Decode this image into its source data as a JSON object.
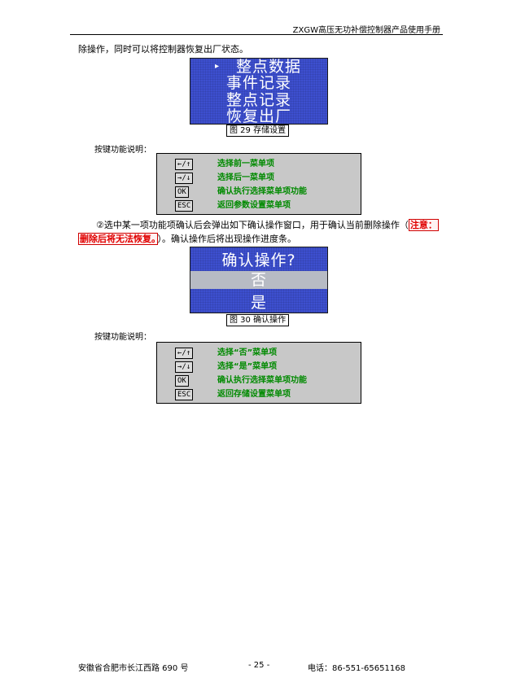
{
  "header": {
    "title": "ZXGW高压无功补偿控制器产品使用手册"
  },
  "paragraphs": {
    "p1": "除操作，同时可以将控制器恢复出厂状态。",
    "p2_before": "②选中某一项功能项确认后会弹出如下确认操作窗口，用于确认当前删除操作（",
    "p2_warn1": "注意：",
    "p3_warn2": "删除后将无法恢复。",
    "p3_after": "）。确认操作后将出现操作进度条。"
  },
  "figure29": {
    "cursor": "▸",
    "lines": [
      "整点数据",
      "事件记录",
      "整点记录",
      "恢复出厂"
    ],
    "caption": "图 29  存储设置"
  },
  "keys_label": "按键功能说明：",
  "keys1": [
    {
      "key": "←/↑",
      "desc": "选择前一菜单项"
    },
    {
      "key": "→/↓",
      "desc": "选择后一菜单项"
    },
    {
      "key": "OK",
      "desc": "确认执行选择菜单项功能"
    },
    {
      "key": "ESC",
      "desc": "返回参数设置菜单项"
    }
  ],
  "figure30": {
    "lines": [
      "确认操作?",
      "否",
      "是"
    ],
    "caption": "图 30  确认操作"
  },
  "keys2": [
    {
      "key": "←/↑",
      "desc": "选择“否”菜单项"
    },
    {
      "key": "→/↓",
      "desc": "选择“是”菜单项"
    },
    {
      "key": "OK",
      "desc": "确认执行选择菜单项功能"
    },
    {
      "key": "ESC",
      "desc": "返回存储设置菜单项"
    }
  ],
  "footer": {
    "address": "安徽省合肥市长江西路 690 号",
    "page": "- 25 -",
    "phone": "电话：86-551-65651168"
  }
}
